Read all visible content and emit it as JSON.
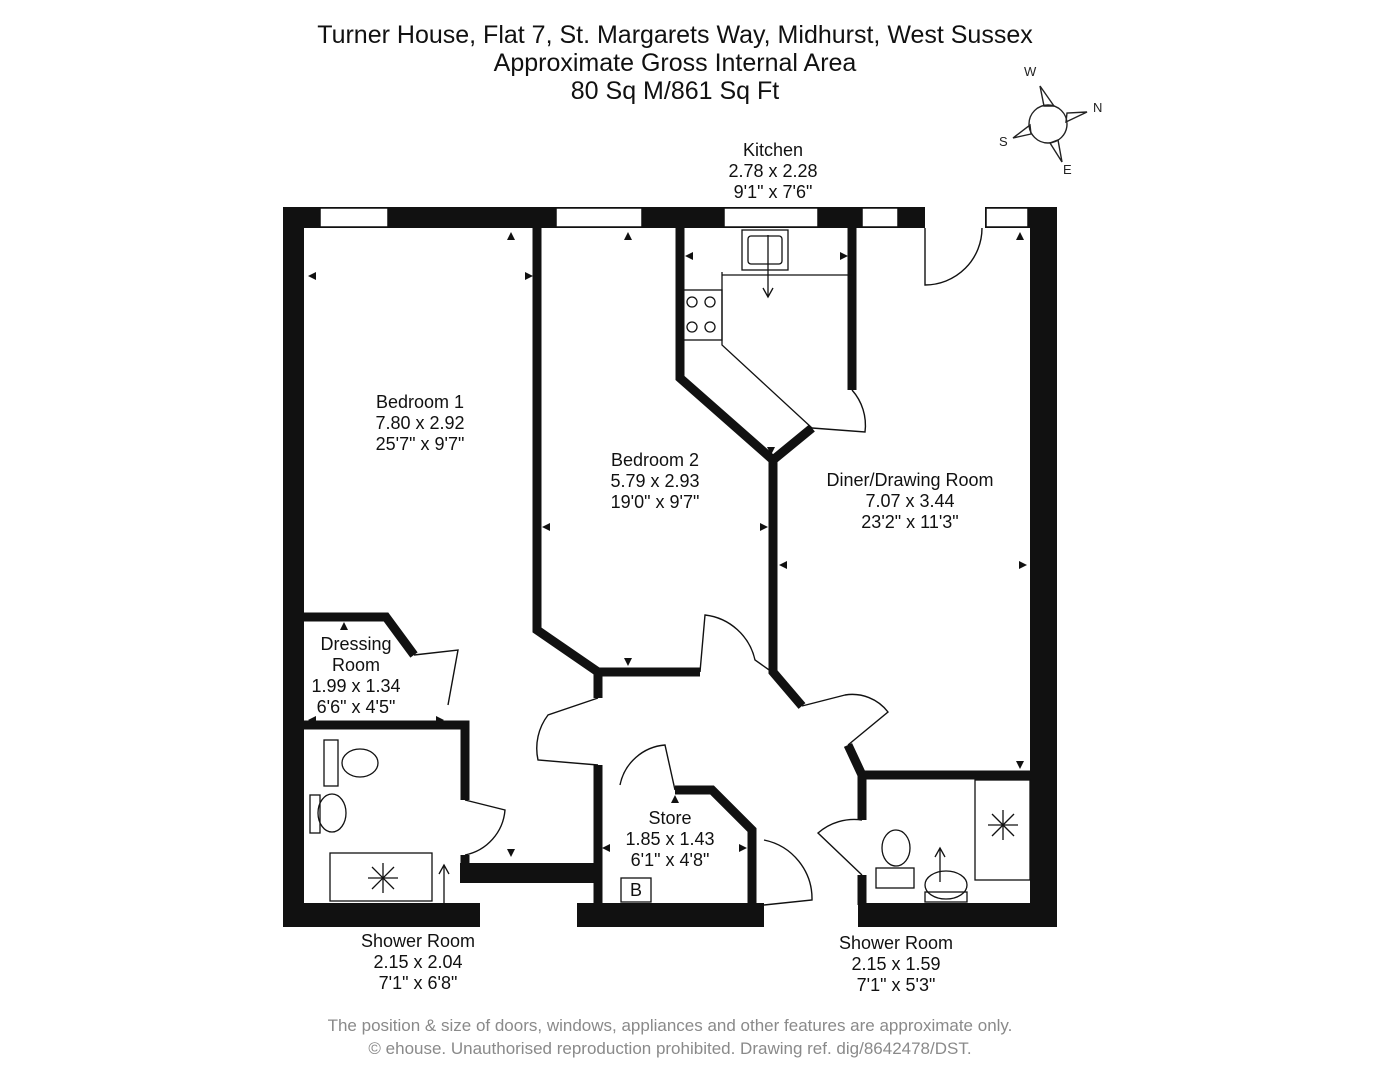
{
  "header": {
    "line1": "Turner House, Flat 7, St. Margarets Way, Midhurst, West Sussex",
    "line2": "Approximate Gross Internal Area",
    "line3": "80 Sq M/861 Sq Ft"
  },
  "compass": {
    "n": "N",
    "s": "S",
    "e": "E",
    "w": "W"
  },
  "rooms": {
    "kitchen": {
      "name": "Kitchen",
      "metric": "2.78 x 2.28",
      "imperial": "9'1\" x 7'6\""
    },
    "bedroom1": {
      "name": "Bedroom 1",
      "metric": "7.80 x 2.92",
      "imperial": "25'7\" x 9'7\""
    },
    "bedroom2": {
      "name": "Bedroom 2",
      "metric": "5.79 x 2.93",
      "imperial": "19'0\" x 9'7\""
    },
    "diner": {
      "name": "Diner/Drawing Room",
      "metric": "7.07 x 3.44",
      "imperial": "23'2\" x 11'3\""
    },
    "dressing": {
      "name1": "Dressing",
      "name2": "Room",
      "metric": "1.99 x 1.34",
      "imperial": "6'6\" x 4'5\""
    },
    "store": {
      "name": "Store",
      "metric": "1.85 x 1.43",
      "imperial": "6'1\" x 4'8\"",
      "boiler": "B"
    },
    "shower1": {
      "name": "Shower Room",
      "metric": "2.15 x 2.04",
      "imperial": "7'1\" x 6'8\""
    },
    "shower2": {
      "name": "Shower Room",
      "metric": "2.15 x 1.59",
      "imperial": "7'1\" x 5'3\""
    }
  },
  "footer": {
    "line1": "The position & size of doors, windows, appliances and other features are approximate only.",
    "line2": "© ehouse. Unauthorised reproduction prohibited. Drawing ref. dig/8642478/DST."
  }
}
